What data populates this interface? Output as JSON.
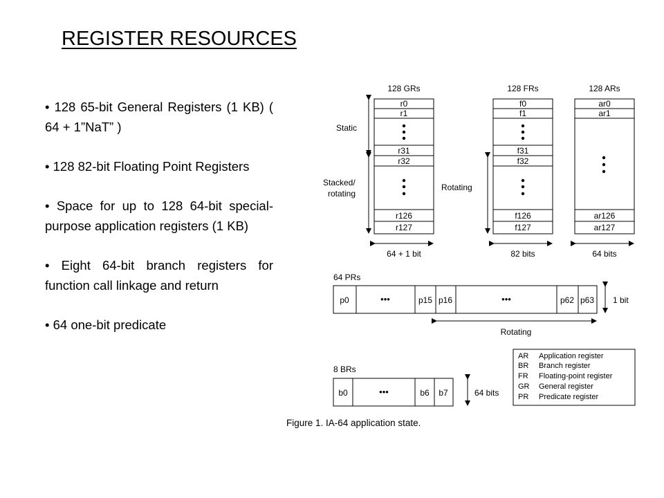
{
  "title": "REGISTER RESOURCES",
  "bullets": [
    "• 128 65-bit General Registers (1 KB) ( 64 + 1”NaT” )",
    "• 128 82-bit Floating Point Registers",
    "• Space for up to 128 64-bit special-purpose application registers (1 KB)",
    "• Eight 64-bit branch registers for function call linkage and return",
    "• 64 one-bit predicate"
  ],
  "figure": {
    "gr": {
      "header": "128 GRs",
      "top": [
        "r0",
        "r1"
      ],
      "mid": [
        "r31",
        "r32"
      ],
      "bottom": [
        "r126",
        "r127"
      ],
      "width_label": "64 + 1 bit"
    },
    "fr": {
      "header": "128 FRs",
      "top": [
        "f0",
        "f1"
      ],
      "mid": [
        "f31",
        "f32"
      ],
      "bottom": [
        "f126",
        "f127"
      ],
      "width_label": "82 bits"
    },
    "ar": {
      "header": "128 ARs",
      "top": [
        "ar0",
        "ar1"
      ],
      "bottom": [
        "ar126",
        "ar127"
      ],
      "width_label": "64 bits"
    },
    "static_label": "Static",
    "stacked_label_1": "Stacked/",
    "stacked_label_2": "rotating",
    "fr_rotating_label": "Rotating",
    "pr": {
      "header": "64 PRs",
      "cells": [
        "p0",
        "p15",
        "p16",
        "p62",
        "p63"
      ],
      "width_label": "1 bit",
      "rotating_label": "Rotating"
    },
    "br": {
      "header": "8 BRs",
      "cells": [
        "b0",
        "b6",
        "b7"
      ],
      "width_label": "64 bits"
    },
    "ellipsis": "•••",
    "legend": [
      {
        "abbr": "AR",
        "text": "Application register"
      },
      {
        "abbr": "BR",
        "text": "Branch register"
      },
      {
        "abbr": "FR",
        "text": "Floating-point register"
      },
      {
        "abbr": "GR",
        "text": "General register"
      },
      {
        "abbr": "PR",
        "text": "Predicate register"
      }
    ],
    "caption": "Figure 1. IA-64 application state."
  }
}
